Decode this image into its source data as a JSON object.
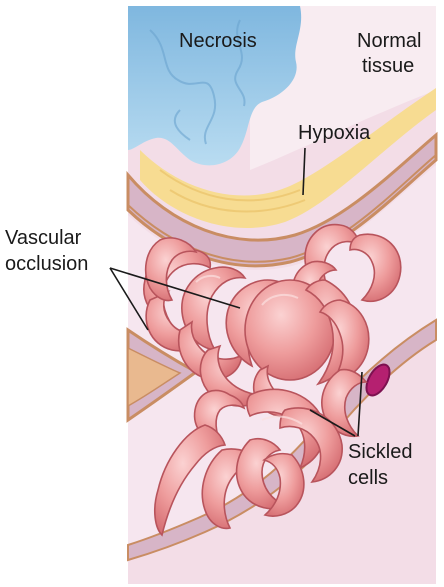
{
  "labels": {
    "necrosis": "Necrosis",
    "normal_tissue_line1": "Normal",
    "normal_tissue_line2": "tissue",
    "hypoxia": "Hypoxia",
    "vascular_occlusion_line1": "Vascular",
    "vascular_occlusion_line2": "occlusion",
    "sickled_cells_line1": "Sickled",
    "sickled_cells_line2": "cells"
  },
  "colors": {
    "necrosis": "#8fc4e6",
    "tissue": "#f3dde7",
    "hypoxia": "#f7dc92",
    "vessel_wall": "#d7b5c7",
    "vessel_edge": "#c98d63",
    "lumen": "#f6e6ef",
    "sickled_cell": "#e58a8a",
    "cell_nucleus": "#b52070"
  }
}
